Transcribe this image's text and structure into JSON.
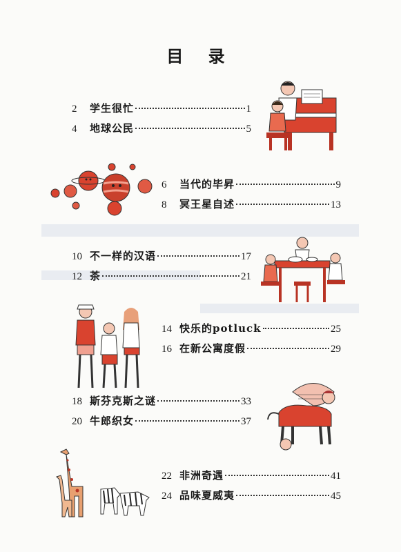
{
  "title": "目 录",
  "toc": [
    {
      "num": "2",
      "title": "学生很忙",
      "page": "1"
    },
    {
      "num": "4",
      "title": "地球公民",
      "page": "5"
    },
    {
      "num": "6",
      "title": "当代的毕昇",
      "page": "9"
    },
    {
      "num": "8",
      "title": "冥王星自述",
      "page": "13"
    },
    {
      "num": "10",
      "title": "不一样的汉语",
      "page": "17"
    },
    {
      "num": "12",
      "title": "茶",
      "page": "21"
    },
    {
      "num": "14",
      "title": "快乐的potluck",
      "page": "25"
    },
    {
      "num": "16",
      "title": "在新公寓度假",
      "page": "29"
    },
    {
      "num": "18",
      "title": "斯芬克斯之谜",
      "page": "33"
    },
    {
      "num": "20",
      "title": "牛郎织女",
      "page": "37"
    },
    {
      "num": "22",
      "title": "非洲奇遇",
      "page": "41"
    },
    {
      "num": "24",
      "title": "品味夏威夷",
      "page": "45"
    }
  ],
  "colors": {
    "accent": "#d9432f",
    "text": "#1a1a1a"
  }
}
